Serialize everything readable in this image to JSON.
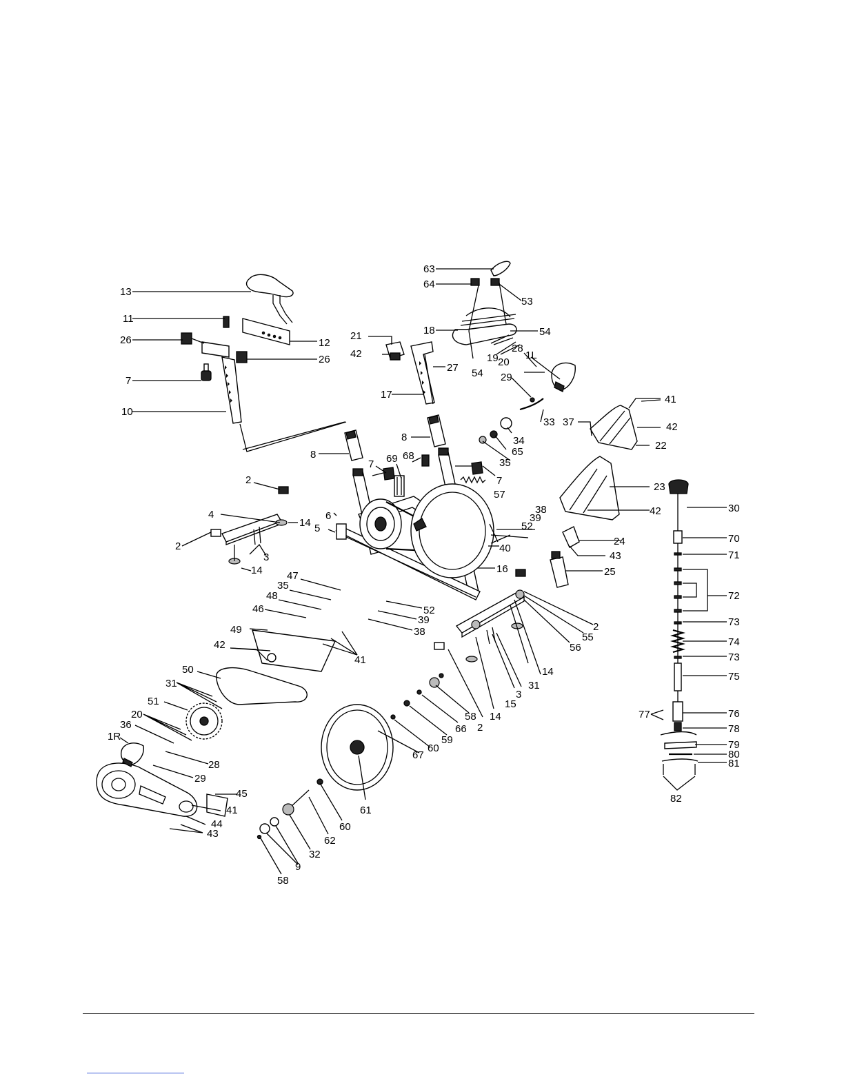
{
  "labels": [
    "1L",
    "1R",
    "2",
    "3",
    "4",
    "5",
    "6",
    "7",
    "8",
    "9",
    "10",
    "11",
    "12",
    "13",
    "14",
    "15",
    "16",
    "17",
    "18",
    "19",
    "20",
    "21",
    "22",
    "23",
    "24",
    "25",
    "26",
    "27",
    "28",
    "29",
    "30",
    "31",
    "32",
    "33",
    "34",
    "35",
    "36",
    "37",
    "38",
    "39",
    "40",
    "41",
    "42",
    "43",
    "44",
    "45",
    "46",
    "47",
    "48",
    "49",
    "50",
    "51",
    "52",
    "53",
    "54",
    "55",
    "56",
    "57",
    "58",
    "59",
    "60",
    "61",
    "62",
    "63",
    "64",
    "65",
    "66",
    "67",
    "68",
    "69",
    "70",
    "71",
    "72",
    "73",
    "74",
    "75",
    "76",
    "77",
    "78",
    "79",
    "80",
    "81",
    "82"
  ]
}
